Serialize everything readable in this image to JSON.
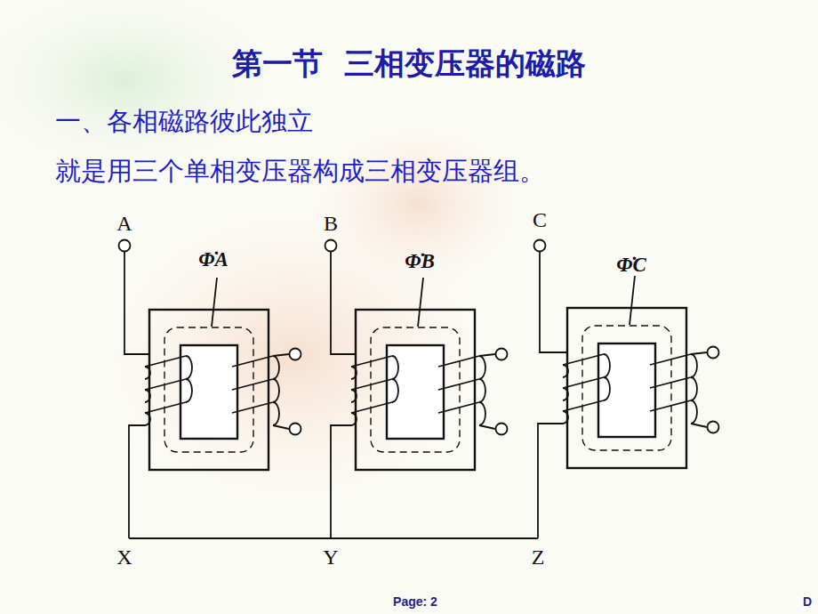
{
  "diagram": {
    "title": "第一节  三相变压器的磁路",
    "labels": [
      "一、各相磁路彼此独立",
      "就是用三个单相变压器构成三相变压器组。",
      "A",
      "Φ̇A",
      "B",
      "Φ̇B",
      "C",
      "Φ̇C",
      "X",
      "Y",
      "Z",
      "Page: 2",
      "D"
    ]
  }
}
